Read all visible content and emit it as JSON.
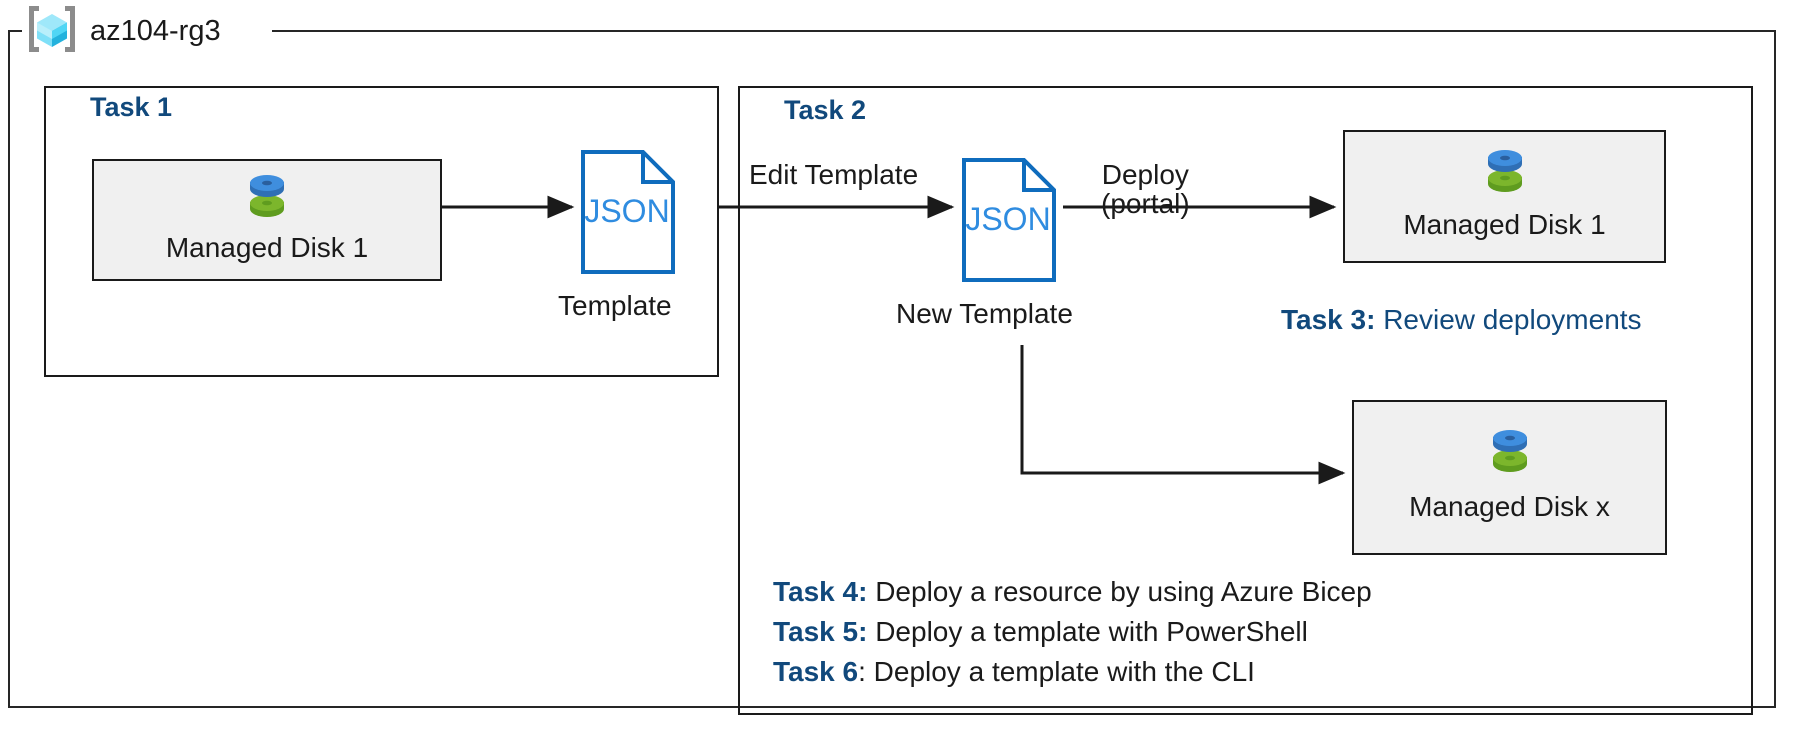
{
  "resource_group": {
    "name": "az104-rg3",
    "icon": "resource-group-cube-icon",
    "icon_colors": {
      "bracket": "#8c8c8c",
      "cube_light": "#9fe8fa",
      "cube_mid": "#50d6f5",
      "cube_dark": "#23b2dd"
    }
  },
  "colors": {
    "accent_blue": "#11497c",
    "json_blue": "#0f6cbd",
    "box_fill": "#f0f0f0",
    "line": "#1a1a1a",
    "disk_blue": "#3f8ede",
    "disk_green": "#7cb62c"
  },
  "task1": {
    "heading": "Task 1",
    "resource": {
      "label": "Managed Disk 1",
      "icon": "managed-disk-icon"
    },
    "template": {
      "file_label": "JSON",
      "caption": "Template",
      "icon": "json-file-icon"
    }
  },
  "task2": {
    "heading": "Task 2",
    "edit_label": "Edit Template",
    "template": {
      "file_label": "JSON",
      "caption": "New Template",
      "icon": "json-file-icon"
    },
    "deploy_label_line1": "Deploy",
    "deploy_label_line2": "(portal)",
    "resource_top": {
      "label": "Managed Disk 1",
      "icon": "managed-disk-icon"
    },
    "resource_bottom": {
      "label": "Managed Disk x",
      "icon": "managed-disk-icon"
    }
  },
  "notes": {
    "task3": {
      "key": "Task 3:",
      "text": " Review deployments"
    },
    "task4": {
      "key": "Task 4:",
      "text": " Deploy a resource by using Azure Bicep"
    },
    "task5": {
      "key": "Task 5:",
      "text": " Deploy a template with PowerShell"
    },
    "task6": {
      "key": "Task 6",
      "text": ": Deploy a template with the CLI"
    }
  }
}
